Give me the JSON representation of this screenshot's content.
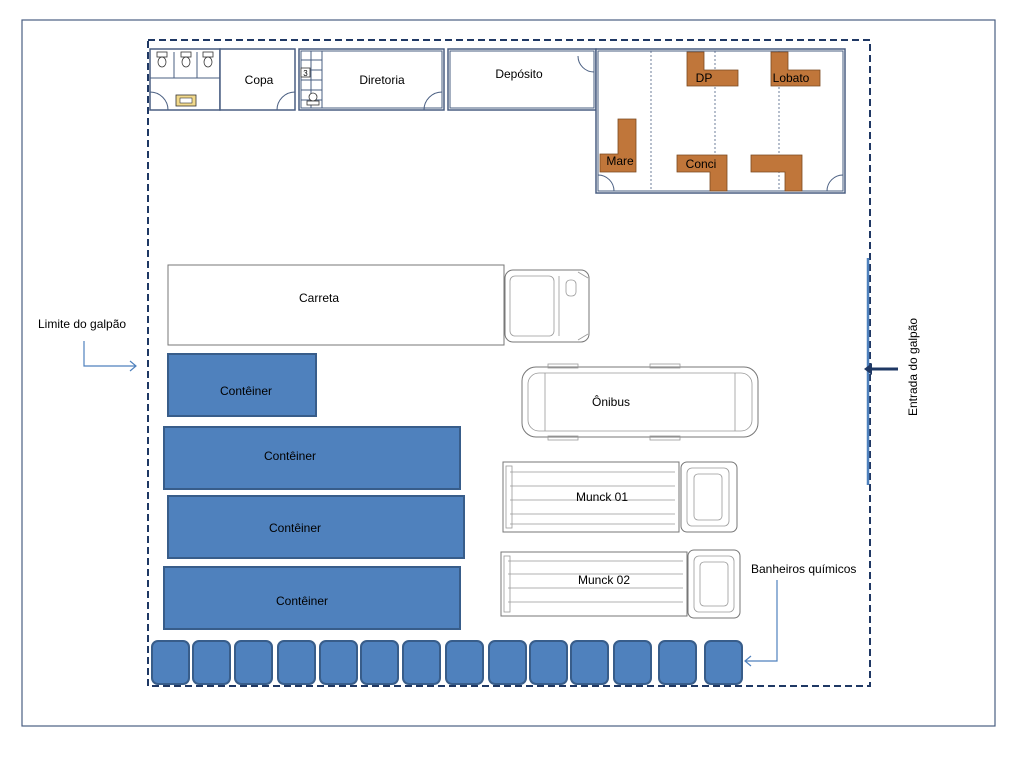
{
  "labels": {
    "copa": "Copa",
    "diretoria": "Diretoria",
    "deposito": "Depósito",
    "dp": "DP",
    "lobato": "Lobato",
    "mare": "Mare",
    "conci": "Conci",
    "carreta": "Carreta",
    "onibus": "Ônibus",
    "munck01": "Munck 01",
    "munck02": "Munck 02",
    "container1": "Contêiner",
    "container2": "Contêiner",
    "container3": "Contêiner",
    "container4": "Contêiner",
    "limite": "Limite do galpão",
    "entrada": "Entrada do galpão",
    "banheiros": "Banheiros químicos"
  },
  "colors": {
    "container_fill": "#4f81bd",
    "container_stroke": "#385d8a",
    "desk": "#c0763a",
    "boundary": "#1f3864"
  },
  "chemical_toilet_count": 14
}
